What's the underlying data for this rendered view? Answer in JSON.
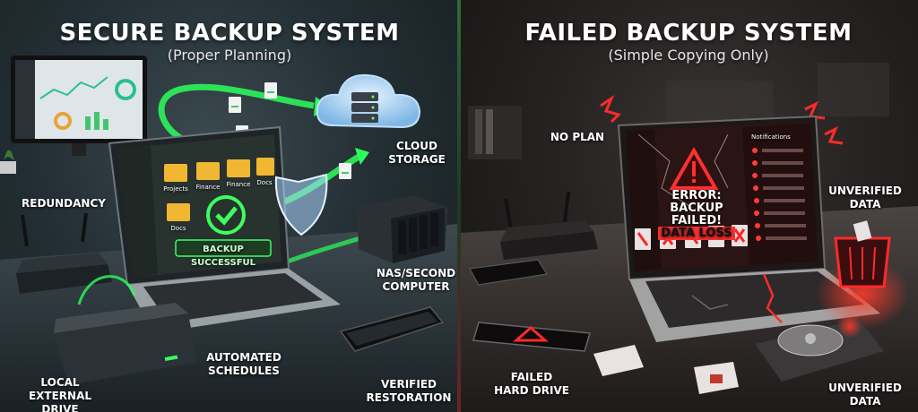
{
  "left": {
    "title": "SECURE BACKUP SYSTEM",
    "subtitle": "(Proper Planning)",
    "labels": {
      "redundancy": "REDUNDANCY",
      "cloud_line1": "CLOUD",
      "cloud_line2": "STORAGE",
      "nas_line1": "NAS/SECOND",
      "nas_line2": "COMPUTER",
      "local_line1": "LOCAL",
      "local_line2": "EXTERNAL DRIVE",
      "automated_line1": "AUTOMATED",
      "automated_line2": "SCHEDULES",
      "verified_line1": "VERIFIED",
      "verified_line2": "RESTORATION"
    },
    "laptop": {
      "folders": [
        "Projects",
        "Finance",
        "Finance",
        "Docs",
        "Docs"
      ],
      "status": "BACKUP SUCCESSFUL"
    }
  },
  "right": {
    "title": "FAILED BACKUP SYSTEM",
    "subtitle": "(Simple Copying Only)",
    "labels": {
      "no_plan": "NO PLAN",
      "unverified_top_line1": "UNVERIFIED",
      "unverified_top_line2": "DATA",
      "failed_line1": "FAILED",
      "failed_line2": "HARD DRIVE",
      "unverified_bottom_line1": "UNVERIFIED",
      "unverified_bottom_line2": "DATA"
    },
    "laptop": {
      "error_line1": "ERROR:",
      "error_line2": "BACKUP FAILED!",
      "error_line3": "DATA LOSS",
      "notifications_title": "Notifications"
    }
  },
  "colors": {
    "secure_accent": "#39e05a",
    "failed_accent": "#ff2a2a"
  }
}
